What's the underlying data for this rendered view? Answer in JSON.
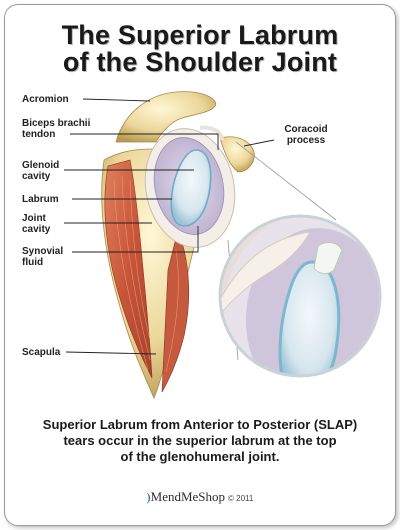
{
  "title": {
    "line1": "The Superior Labrum",
    "line2": "of the Shoulder Joint"
  },
  "labels": {
    "acromion": "Acromion",
    "biceps_line1": "Biceps brachii",
    "biceps_line2": "tendon",
    "glenoid_line1": "Glenoid",
    "glenoid_line2": "cavity",
    "labrum": "Labrum",
    "joint_line1": "Joint",
    "joint_line2": "cavity",
    "synovial_line1": "Synovial",
    "synovial_line2": "fluid",
    "scapula": "Scapula",
    "coracoid_line1": "Coracoid",
    "coracoid_line2": "process"
  },
  "caption": {
    "line1": "Superior Labrum from Anterior to Posterior (SLAP)",
    "line2": "tears occur in the superior labrum at the top",
    "line3": "of the glenohumeral joint."
  },
  "logo": {
    "mark": ")",
    "brand": "MendMeShop",
    "copyright": "© 2011"
  },
  "icons": {
    "logo": "mendmeshop-logo-icon"
  }
}
